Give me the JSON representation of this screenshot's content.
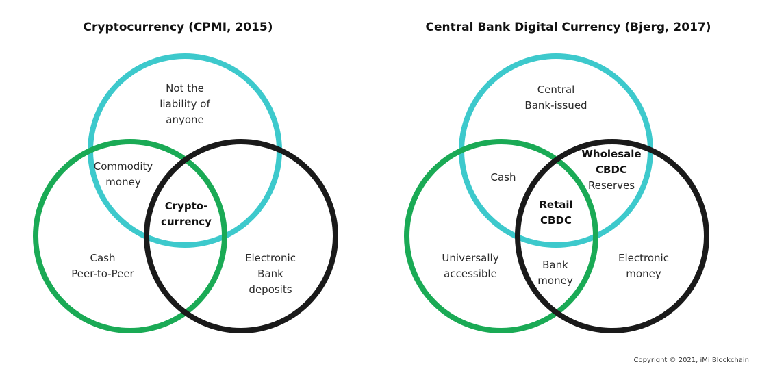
{
  "colors": {
    "teal": "#3dc9cc",
    "green": "#1aaa55",
    "black": "#1a1a1a"
  },
  "left": {
    "title": "Cryptocurrency (CPMI, 2015)",
    "labels": {
      "top": "Not the\nliability of\nanyone",
      "top_left": "Commodity\nmoney",
      "center": "Crypto-\ncurrency",
      "left": "Cash\nPeer-to-Peer",
      "right": "Electronic\nBank\ndeposits"
    }
  },
  "right": {
    "title": "Central Bank Digital Currency (Bjerg, 2017)",
    "labels": {
      "top": "Central\nBank-issued",
      "top_left": "Cash",
      "top_right_bold": "Wholesale\nCBDC",
      "top_right": "Reserves",
      "center": "Retail\nCBDC",
      "left": "Universally\naccessible",
      "bottom": "Bank\nmoney",
      "right": "Electronic\nmoney"
    }
  },
  "copyright": "Copyright © 2021, iMi Blockchain"
}
